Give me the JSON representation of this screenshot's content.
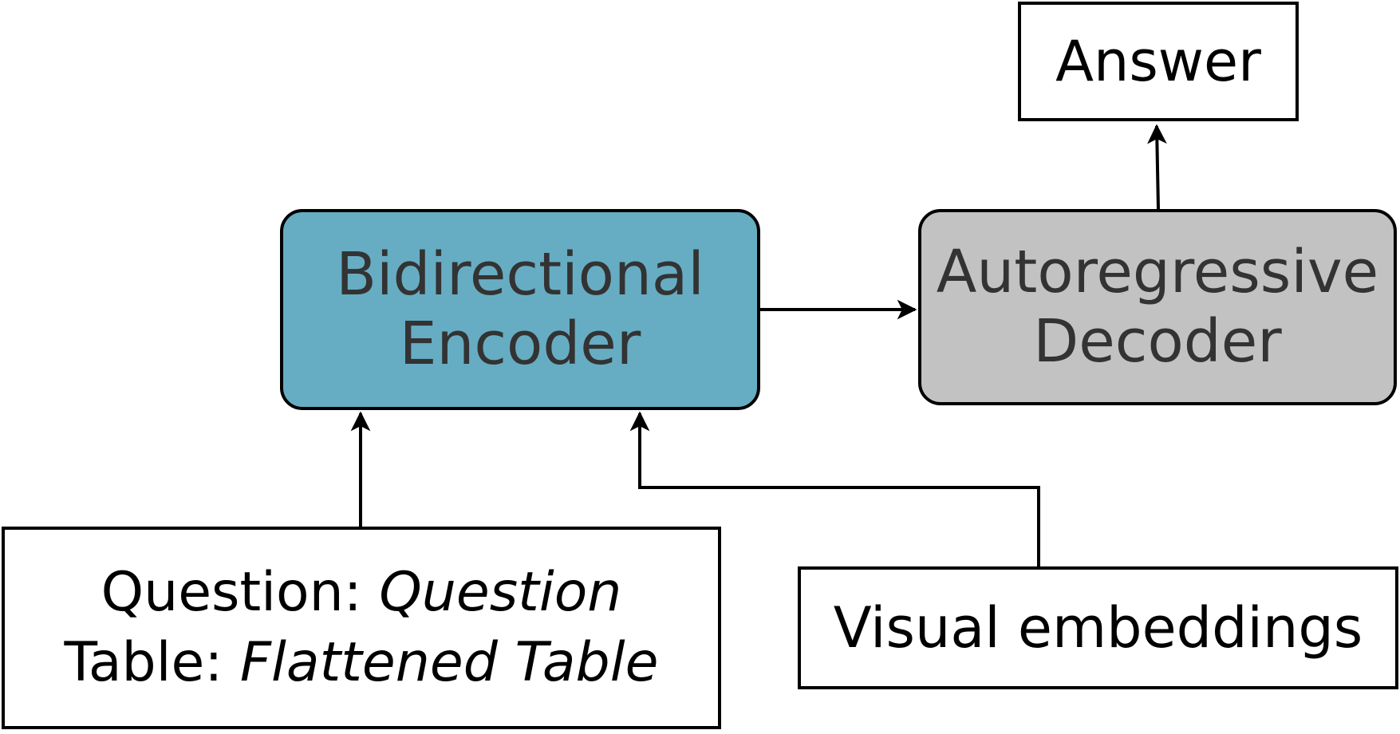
{
  "diagram": {
    "encoder": {
      "line1": "Bidirectional",
      "line2": "Encoder",
      "fill": "#66adc3"
    },
    "decoder": {
      "line1": "Autoregressive",
      "line2": "Decoder",
      "fill": "#c2c2c2"
    },
    "answer": {
      "label": "Answer"
    },
    "input": {
      "question_label": "Question: ",
      "question_value": "Question",
      "table_label": "Table: ",
      "table_value": "Flattened Table"
    },
    "visual": {
      "label": "Visual embeddings"
    }
  }
}
